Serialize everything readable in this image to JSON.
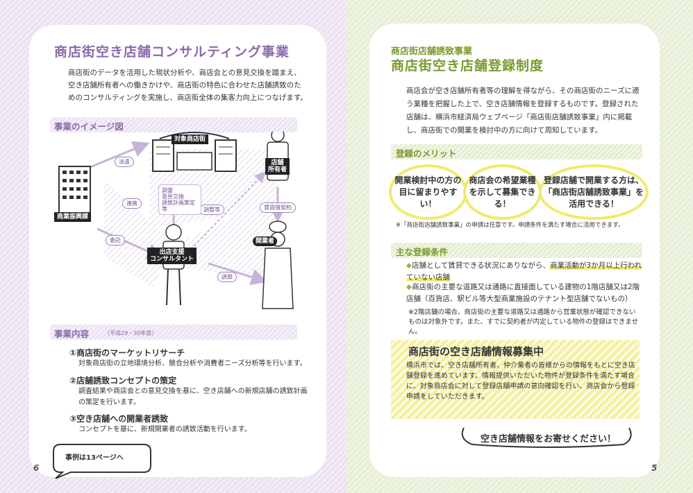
{
  "left": {
    "title": "商店街空き店舗コンサルティング事業",
    "intro": "商店街のデータを活用した現状分析や、商店会との意見交換を踏まえ、空き店舗所有者への働きかけや、商店街の特色に合わせた店舗誘致のためのコンサルティングを実施し、商店街全体の集客力向上につなげます。",
    "image_section_title": "事業のイメージ図",
    "diagram": {
      "target_street": "対象商店街",
      "owner_label": "店舗\n所有者",
      "department_label": "商業振興課",
      "consultant_label": "出店支援\nコンサルタント",
      "newcomer_label": "開業者",
      "arrow_dispatch": "派遣",
      "arrow_cooperation": "連携",
      "arrow_entrust": "委託",
      "arrow_negotiate": "調整等",
      "arrow_lease": "賃貸借契約",
      "arrow_invite": "誘致",
      "activities": [
        "調査",
        "意見交換",
        "誘致計画策定等"
      ]
    },
    "content_section_title": "事業内容",
    "content_section_note": "（平成29・30年度）",
    "items": [
      {
        "heading": "①商店街のマーケットリサーチ",
        "body": "対象商店街の立地環境分析、競合分析や消費者ニーズ分析等を行います。"
      },
      {
        "heading": "②店舗誘致コンセプトの策定",
        "body": "調査結果や商店会との意見交換を基に、空き店舗への新規店舗の誘致計画の策定を行います。"
      },
      {
        "heading": "③空き店舗への開業者誘致",
        "body": "コンセプトを基に、新規開業者の誘致活動を行います。"
      }
    ],
    "example_note": "事例は13ページへ",
    "page_number": "6"
  },
  "right": {
    "subtitle": "商店街店舗誘致事業",
    "title": "商店街空き店舗登録制度",
    "intro": "商店会が空き店舗所有者等の理解を得ながら、その商店街のニーズに適う業種を把握した上で、空き店舗情報を登録するものです。登録された店舗は、横浜市経済局ウェブページ「商店街店舗誘致事業」内に掲載し、商店街での開業を検討中の方に向けて周知しています。",
    "merit_section_title": "登録のメリット",
    "merits": [
      "開業検討中の方の目に留まりやすい！",
      "商店会の希望業種を示して募集できる！",
      "登録店舗で開業する方は、「商店街店舗誘致事業」を活用できる！"
    ],
    "merit_note": "※「商店街店舗誘致事業」の申請は任意です。申請条件を満たす場合に活用できます。",
    "conditions_section_title": "主な登録条件",
    "conditions": [
      {
        "pre": "店舗として賃貸できる状況にありながら、",
        "highlight": "商業活動が3か月以上行われていない店舗"
      },
      {
        "pre": "商店街の主要な道路又は通路に直接面している建物の1階店舗又は2階店舗（百貨店、駅ビル等大型商業施設のテナント型店舗でないもの）",
        "highlight": ""
      }
    ],
    "conditions_note": "※2階店舗の場合、商店街の主要な道路又は通路から営業状態が確認できないものは対象外です。また、すでに契約者が内定している物件の登録はできません。",
    "recruit_title": "商店街の空き店舗情報募集中",
    "recruit_text": "横浜市では、空き店舗所有者、仲介業者の皆様からの情報をもとに空き店舗登録を進めています。情報提供いただいた物件が登録条件を満たす場合に、対象商店会に対して登録店舗申請の意向確認を行い、商店会から登録申請をしていただきます。",
    "call_to_action": "空き店舗情報をお寄せください！",
    "page_number": "5"
  }
}
